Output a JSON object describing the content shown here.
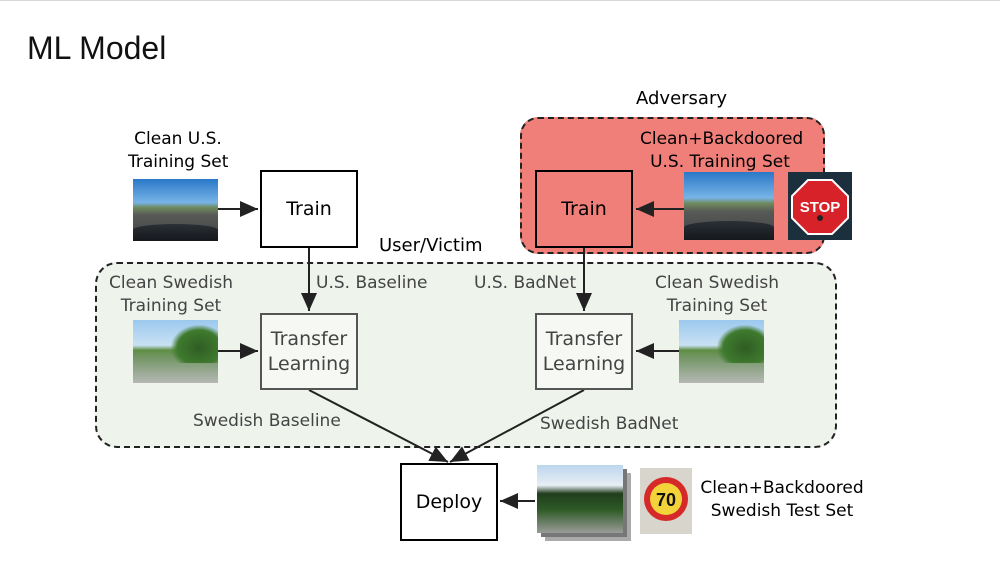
{
  "title": "ML Model",
  "regions": {
    "adversary_label": "Adversary",
    "user_label": "User/Victim"
  },
  "boxes": {
    "train_clean": "Train",
    "train_adversary": "Train",
    "transfer_left_line1": "Transfer",
    "transfer_left_line2": "Learning",
    "transfer_right_line1": "Transfer",
    "transfer_right_line2": "Learning",
    "deploy": "Deploy"
  },
  "datasets": {
    "clean_us_line1": "Clean U.S.",
    "clean_us_line2": "Training Set",
    "backdoored_us_line1": "Clean+Backdoored",
    "backdoored_us_line2": "U.S. Training Set",
    "clean_swedish_left_line1": "Clean Swedish",
    "clean_swedish_left_line2": "Training Set",
    "clean_swedish_right_line1": "Clean Swedish",
    "clean_swedish_right_line2": "Training Set",
    "test_set_line1": "Clean+Backdoored",
    "test_set_line2": "Swedish Test Set"
  },
  "edges": {
    "us_baseline": "U.S. Baseline",
    "us_badnet": "U.S. BadNet",
    "swedish_baseline": "Swedish Baseline",
    "swedish_badnet": "Swedish BadNet"
  },
  "signs": {
    "stop_text": "STOP",
    "speed_text": "70"
  },
  "colors": {
    "adversary_fill": "#ef7f78",
    "user_fill": "#eef3ec",
    "faded_text": "#444444"
  }
}
